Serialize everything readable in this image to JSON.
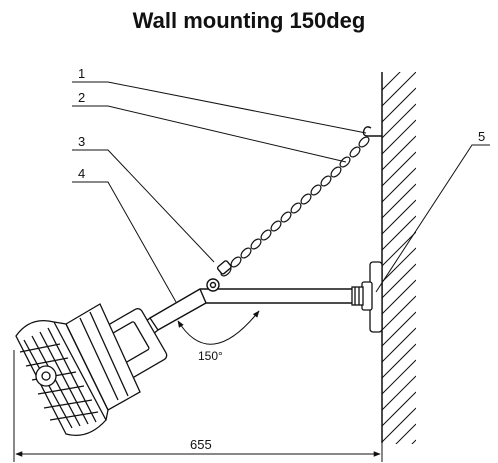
{
  "title": "Wall mounting 150deg",
  "callouts": [
    "1",
    "2",
    "3",
    "4",
    "5"
  ],
  "angle_label": "150°",
  "dimension_label": "655"
}
